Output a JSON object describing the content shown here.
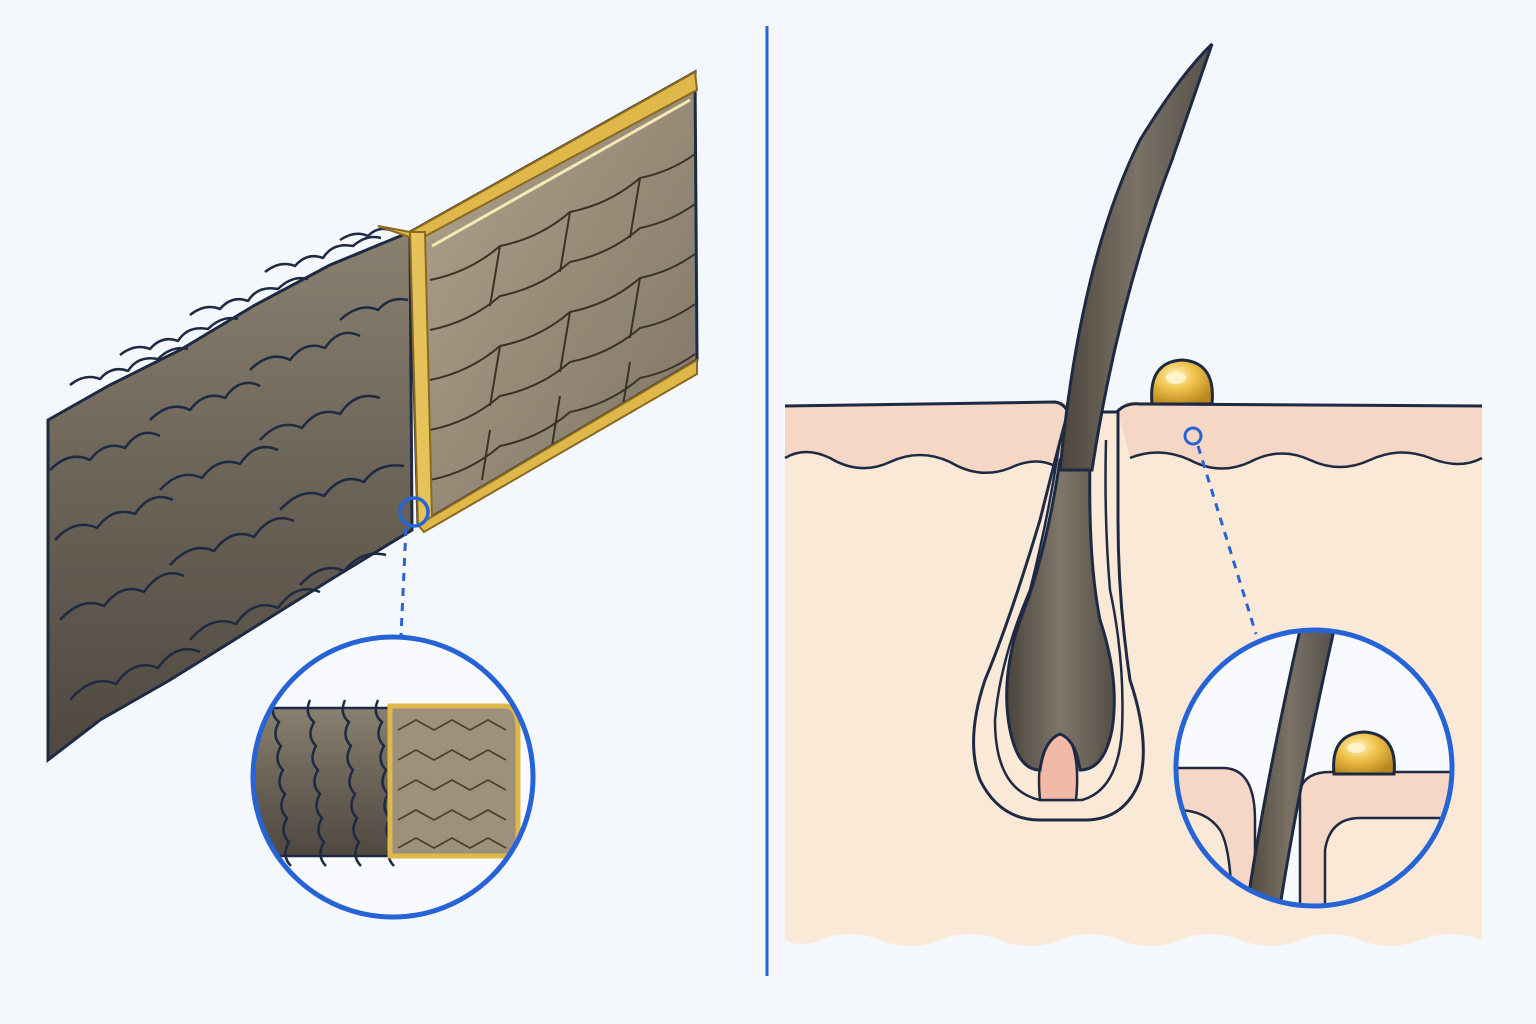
{
  "colors": {
    "background": "#f4f7fb",
    "hair_dark": "#5c554c",
    "hair_mid": "#7a7164",
    "hair_light": "#9a8f7d",
    "outline": "#1e2a44",
    "coating_gold": "#e0b84a",
    "coating_highlight": "#fff2b8",
    "accent_blue": "#2563d6",
    "skin_light": "#fbe9d8",
    "skin_epidermis": "#f6d7c5",
    "papilla": "#f1b9a6",
    "oil_droplet": "#e6b53a"
  },
  "icons": {
    "left_callout": "magnifier-circle",
    "right_callout": "magnifier-circle"
  },
  "panels": {
    "left": {
      "subject": "coated-hair-shaft-cross-section"
    },
    "right": {
      "subject": "hair-follicle-with-sebum-droplet"
    }
  }
}
